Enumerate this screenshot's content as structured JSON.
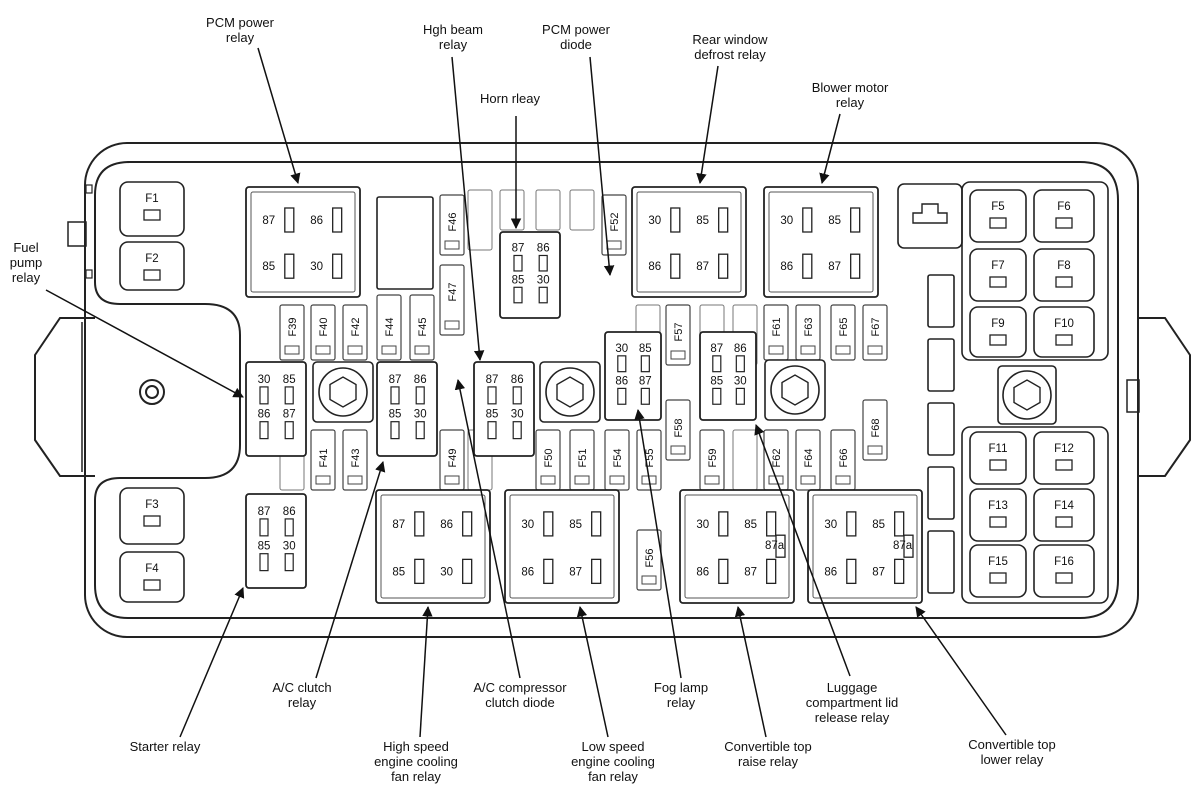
{
  "callouts": {
    "pcm_power_relay": [
      "PCM power",
      "relay"
    ],
    "high_beam_relay": [
      "Hgh beam",
      "relay"
    ],
    "pcm_power_diode": [
      "PCM power",
      "diode"
    ],
    "rear_window_defrost_relay": [
      "Rear window",
      "defrost relay"
    ],
    "horn_relay": [
      "Horn rleay"
    ],
    "blower_motor_relay": [
      "Blower motor",
      "relay"
    ],
    "fuel_pump_relay": [
      "Fuel",
      "pump",
      "relay"
    ],
    "starter_relay": [
      "Starter relay"
    ],
    "ac_clutch_relay": [
      "A/C clutch",
      "relay"
    ],
    "high_speed_fan_relay": [
      "High speed",
      "engine cooling",
      "fan relay"
    ],
    "ac_compressor_clutch_diode": [
      "A/C compressor",
      "clutch diode"
    ],
    "low_speed_fan_relay": [
      "Low speed",
      "engine cooling",
      "fan relay"
    ],
    "fog_lamp_relay": [
      "Fog lamp",
      "relay"
    ],
    "convertible_top_raise_relay": [
      "Convertible top",
      "raise relay"
    ],
    "luggage_compartment_lid_release_relay": [
      "Luggage",
      "compartment lid",
      "release relay"
    ],
    "convertible_top_lower_relay": [
      "Convertible top",
      "lower relay"
    ]
  },
  "fuses": {
    "F1": "F1",
    "F2": "F2",
    "F3": "F3",
    "F4": "F4",
    "F5": "F5",
    "F6": "F6",
    "F7": "F7",
    "F8": "F8",
    "F9": "F9",
    "F10": "F10",
    "F11": "F11",
    "F12": "F12",
    "F13": "F13",
    "F14": "F14",
    "F15": "F15",
    "F16": "F16",
    "F39": "F39",
    "F40": "F40",
    "F41": "F41",
    "F42": "F42",
    "F43": "F43",
    "F44": "F44",
    "F45": "F45",
    "F46": "F46",
    "F47": "F47",
    "F49": "F49",
    "F50": "F50",
    "F51": "F51",
    "F52": "F52",
    "F54": "F54",
    "F55": "F55",
    "F56": "F56",
    "F57": "F57",
    "F58": "F58",
    "F59": "F59",
    "F61": "F61",
    "F62": "F62",
    "F63": "F63",
    "F64": "F64",
    "F65": "F65",
    "F66": "F66",
    "F67": "F67",
    "F68": "F68"
  },
  "pins": {
    "p87": "87",
    "p86": "86",
    "p85": "85",
    "p30": "30",
    "p87a": "87a"
  }
}
